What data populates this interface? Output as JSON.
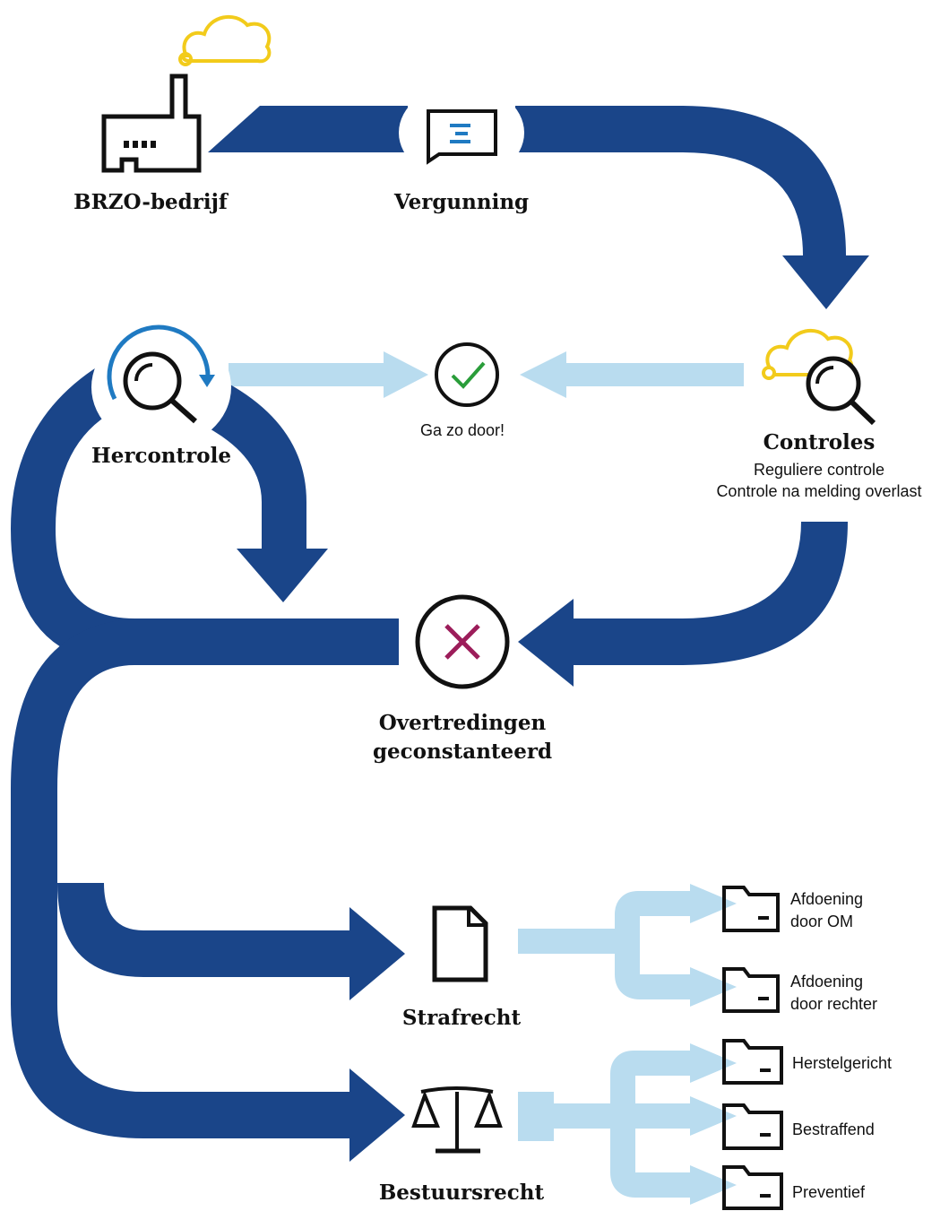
{
  "colors": {
    "dark_flow": "#1a4589",
    "light_flow": "#b9dcef",
    "cloud": "#f2cb1b",
    "check": "#2a9d3a",
    "cross": "#9c1d5a",
    "icon_stroke": "#111111",
    "accent_blue": "#1f7ac2"
  },
  "nodes": {
    "brzo": {
      "label": "BRZO-bedrijf",
      "icon": "factory-icon"
    },
    "vergunning": {
      "label": "Vergunning",
      "icon": "permit-document-icon"
    },
    "controles": {
      "label": "Controles",
      "icon": "magnifier-cloud-icon",
      "sub": [
        "Reguliere controle",
        "Controle na melding overlast"
      ]
    },
    "ga_zo_door": {
      "label": "Ga zo door!",
      "icon": "checkmark-icon"
    },
    "hercontrole": {
      "label": "Hercontrole",
      "icon": "magnifier-recheck-icon"
    },
    "overtredingen": {
      "label_lines": [
        "Overtredingen",
        "geconstanteerd"
      ],
      "icon": "cross-icon"
    },
    "strafrecht": {
      "label": "Strafrecht",
      "icon": "document-icon"
    },
    "bestuursrecht": {
      "label": "Bestuursrecht",
      "icon": "scales-icon"
    }
  },
  "outcomes": {
    "strafrecht": [
      {
        "lines": [
          "Afdoening",
          "door OM"
        ],
        "icon": "folder-icon"
      },
      {
        "lines": [
          "Afdoening",
          "door rechter"
        ],
        "icon": "folder-icon"
      }
    ],
    "bestuursrecht": [
      {
        "lines": [
          "Herstelgericht"
        ],
        "icon": "folder-icon"
      },
      {
        "lines": [
          "Bestraffend"
        ],
        "icon": "folder-icon"
      },
      {
        "lines": [
          "Preventief"
        ],
        "icon": "folder-icon"
      }
    ]
  }
}
